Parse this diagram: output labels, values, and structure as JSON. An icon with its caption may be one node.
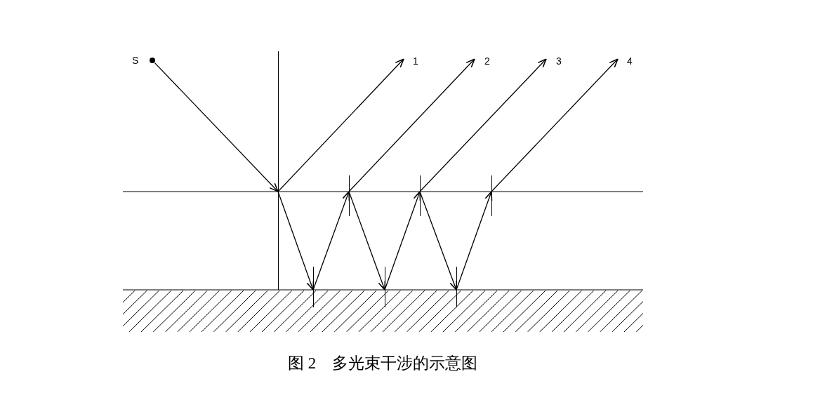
{
  "diagram": {
    "caption": "图 2　多光束干涉的示意图",
    "nodes": [
      {
        "text": [
          "S"
        ]
      },
      {
        "text": [],
        "shape": "line"
      },
      {
        "text": [],
        "shape": "line"
      },
      {
        "text": [],
        "shape": "line"
      },
      {
        "text": [],
        "shape": "line"
      },
      {
        "text": [],
        "shape": "line"
      },
      {
        "text": [],
        "shape": "line"
      },
      {
        "text": [],
        "shape": "line"
      },
      {
        "text": [
          "1"
        ]
      },
      {
        "text": [
          "2"
        ]
      },
      {
        "text": [
          "3"
        ]
      },
      {
        "text": [
          "4"
        ]
      }
    ],
    "edges": [
      {
        "from": 0,
        "to": 1,
        "arrow": "to"
      },
      {
        "from": 1,
        "to": 8,
        "arrow": "to"
      },
      {
        "from": 1,
        "to": 2,
        "arrow": "to"
      },
      {
        "from": 2,
        "to": 3,
        "arrow": "to"
      },
      {
        "from": 3,
        "to": 9,
        "arrow": "to"
      },
      {
        "from": 3,
        "to": 4,
        "arrow": "to"
      },
      {
        "from": 4,
        "to": 5,
        "arrow": "to"
      },
      {
        "from": 5,
        "to": 10,
        "arrow": "to"
      },
      {
        "from": 5,
        "to": 6,
        "arrow": "to"
      },
      {
        "from": 6,
        "to": 7,
        "arrow": "to"
      },
      {
        "from": 7,
        "to": 11,
        "arrow": "to"
      }
    ]
  }
}
